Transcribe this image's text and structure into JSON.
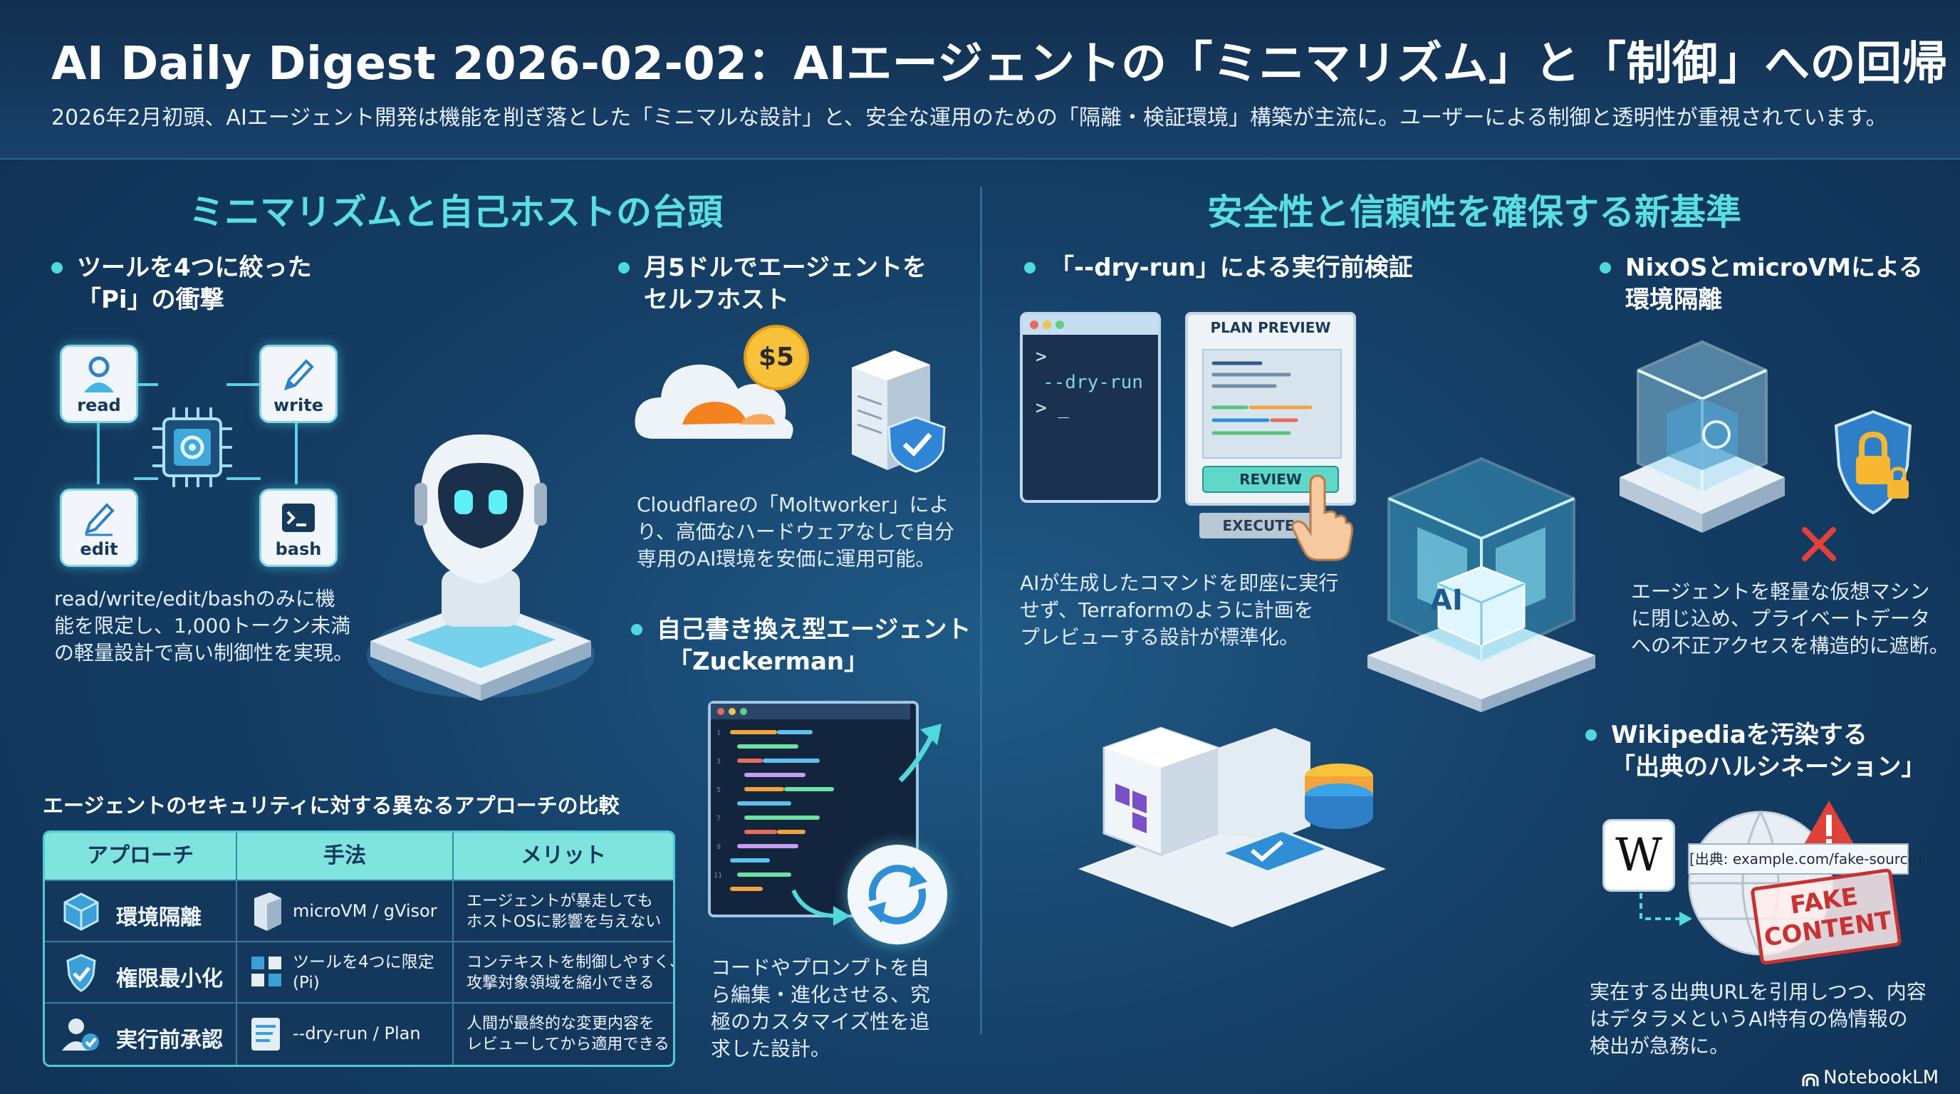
{
  "header": {
    "title": "AI Daily Digest 2026-02-02：AIエージェントの「ミニマリズム」と「制御」への回帰",
    "subtitle": "2026年2月初頭、AIエージェント開発は機能を削ぎ落とした「ミニマルな設計」と、安全な運用のための「隔離・検証環境」構築が主流に。ユーザーによる制御と透明性が重視されています。"
  },
  "left": {
    "title": "ミニマリズムと自己ホストの台頭",
    "pi": {
      "heading": [
        "ツールを4つに絞った",
        "「Pi」の衝撃"
      ],
      "tools": [
        "read",
        "write",
        "edit",
        "bash"
      ],
      "desc": [
        "read/write/edit/bashのみに機",
        "能を限定し、1,000トークン未満",
        "の軽量設計で高い制御性を実現。"
      ]
    },
    "selfhost": {
      "heading": [
        "月5ドルでエージェントを",
        "セルフホスト"
      ],
      "price": "$5",
      "desc": [
        "Cloudflareの「Moltworker」によ",
        "り、高価なハードウェアなしで自分",
        "専用のAI環境を安価に運用可能。"
      ]
    },
    "zuckerman": {
      "heading": [
        "自己書き換え型エージェント",
        "「Zuckerman」"
      ],
      "desc": [
        "コードやプロンプトを自",
        "ら編集・進化させる、究",
        "極のカスタマイズ性を追",
        "求した設計。"
      ]
    },
    "table": {
      "caption": "エージェントのセキュリティに対する異なるアプローチの比較",
      "headers": [
        "アプローチ",
        "手法",
        "メリット"
      ],
      "rows": [
        {
          "approach": "環境隔離",
          "method": "microVM / gVisor",
          "merit": [
            "エージェントが暴走しても",
            "ホストOSに影響を与えない"
          ]
        },
        {
          "approach": "権限最小化",
          "method": [
            "ツールを4つに限定",
            "(Pi)"
          ],
          "merit": [
            "コンテキストを制御しやすく、",
            "攻撃対象領域を縮小できる"
          ]
        },
        {
          "approach": "実行前承認",
          "method": "--dry-run / Plan",
          "merit": [
            "人間が最終的な変更内容を",
            "レビューしてから適用できる"
          ]
        }
      ]
    }
  },
  "right": {
    "title": "安全性と信頼性を確保する新基準",
    "dryrun": {
      "heading": "「--dry-run」による実行前検証",
      "terminal": [
        ">",
        "--dry-run",
        "> _"
      ],
      "plan_title": "PLAN PREVIEW",
      "review": "REVIEW",
      "execute": "EXECUTE",
      "desc": [
        "AIが生成したコマンドを即座に実行",
        "せず、Terraformのように計画を",
        "プレビューする設計が標準化。"
      ]
    },
    "center_chip": "AI",
    "nixos": {
      "heading": [
        "NixOSとmicroVMによる",
        "環境隔離"
      ],
      "desc": [
        "エージェントを軽量な仮想マシン",
        "に閉じ込め、プライベートデータ",
        "への不正アクセスを構造的に遮断。"
      ]
    },
    "wiki": {
      "heading": [
        "Wikipediaを汚染する",
        "「出典のハルシネーション」"
      ],
      "logo": "W",
      "source": "[出典: example.com/fake-source]",
      "stamp": [
        "FAKE",
        "CONTENT"
      ],
      "desc": [
        "実在する出典URLを引用しつつ、内容",
        "はデタラメというAI特有の偽情報の",
        "検出が急務に。"
      ]
    }
  },
  "brand": "NotebookLM",
  "colors": {
    "accent": "#59dfe0",
    "table_header": "#7fe3de",
    "warning": "#e0413a",
    "stamp": "#c83232"
  }
}
